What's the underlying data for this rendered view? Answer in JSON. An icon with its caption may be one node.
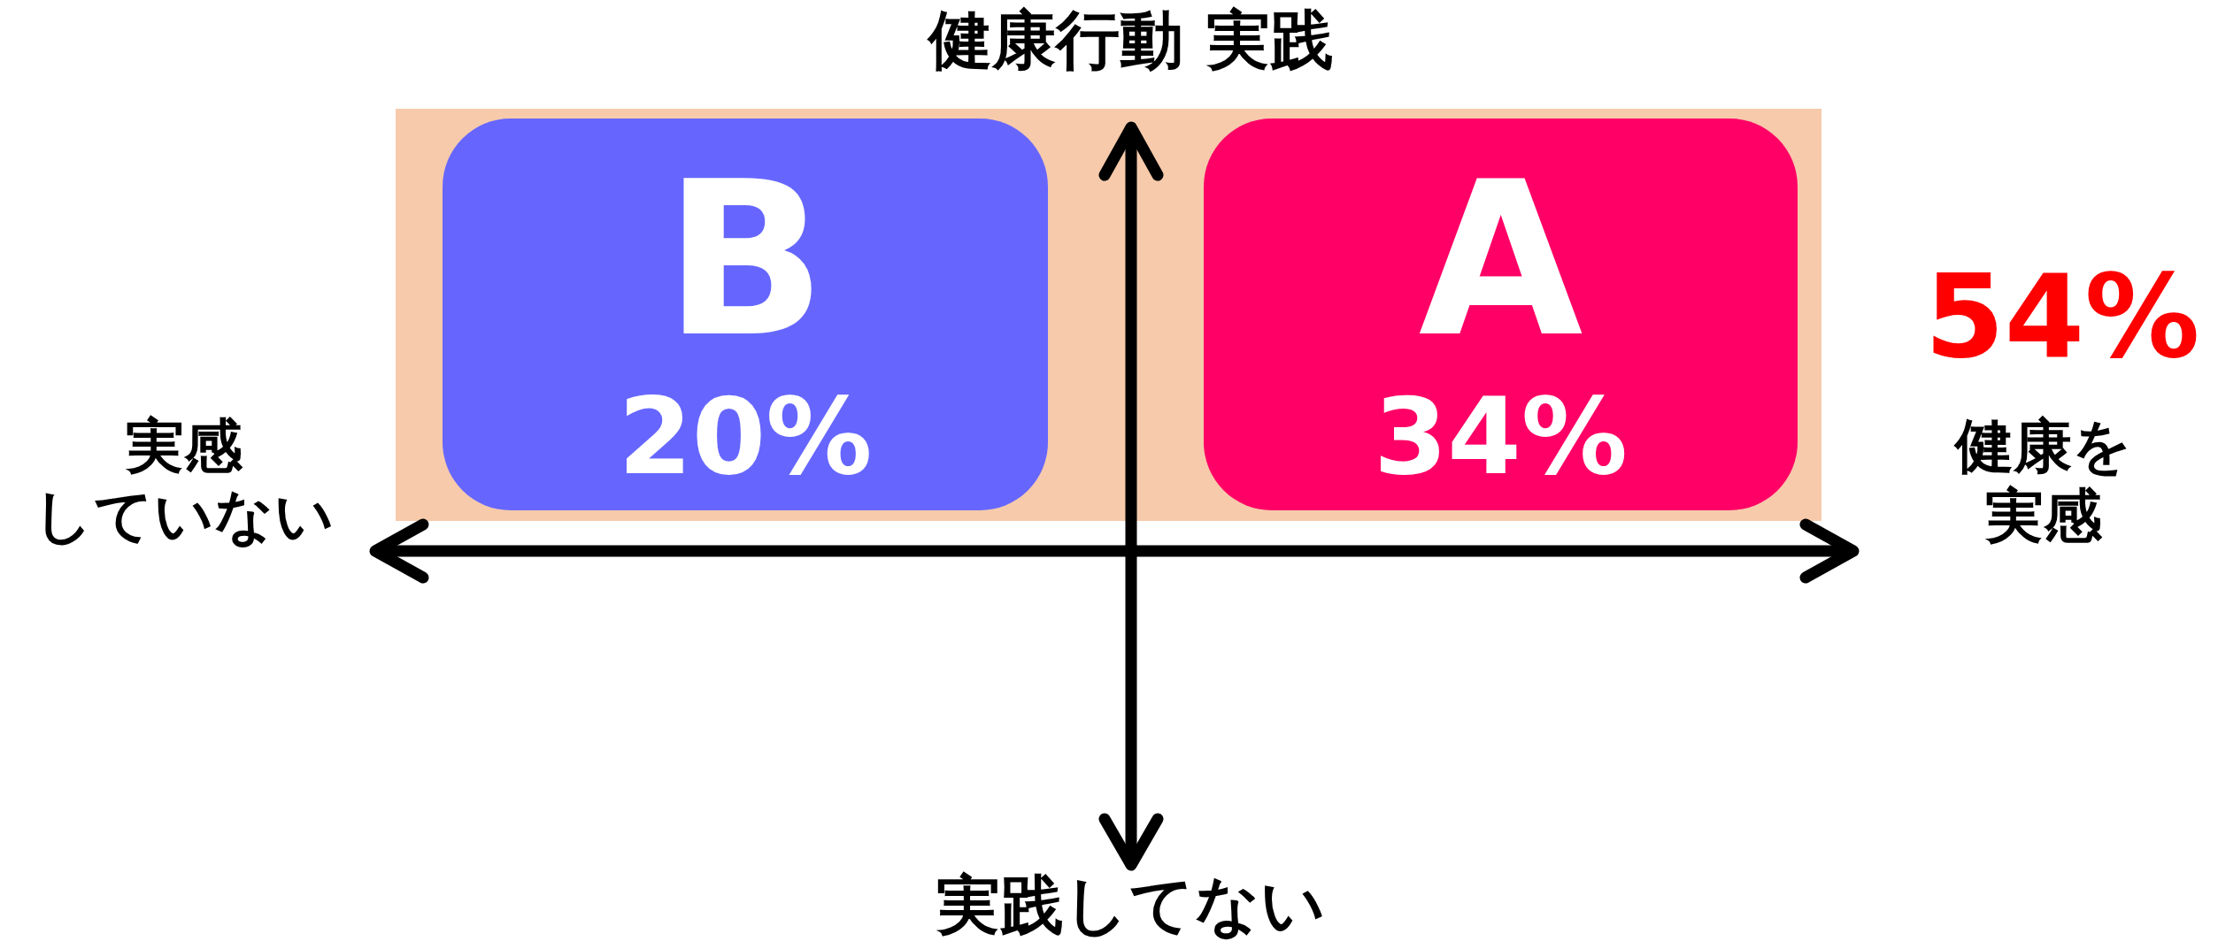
{
  "diagram": {
    "nodes": [
      {
        "text": [],
        "shape": "box"
      },
      {
        "text": [
          "B",
          "20%"
        ],
        "in": 0
      },
      {
        "text": [
          "A",
          "34%"
        ],
        "in": 0
      }
    ],
    "labels": [
      "健康行動 実践",
      "実感していない",
      "54%",
      "健康を実感",
      "実践してない"
    ]
  }
}
